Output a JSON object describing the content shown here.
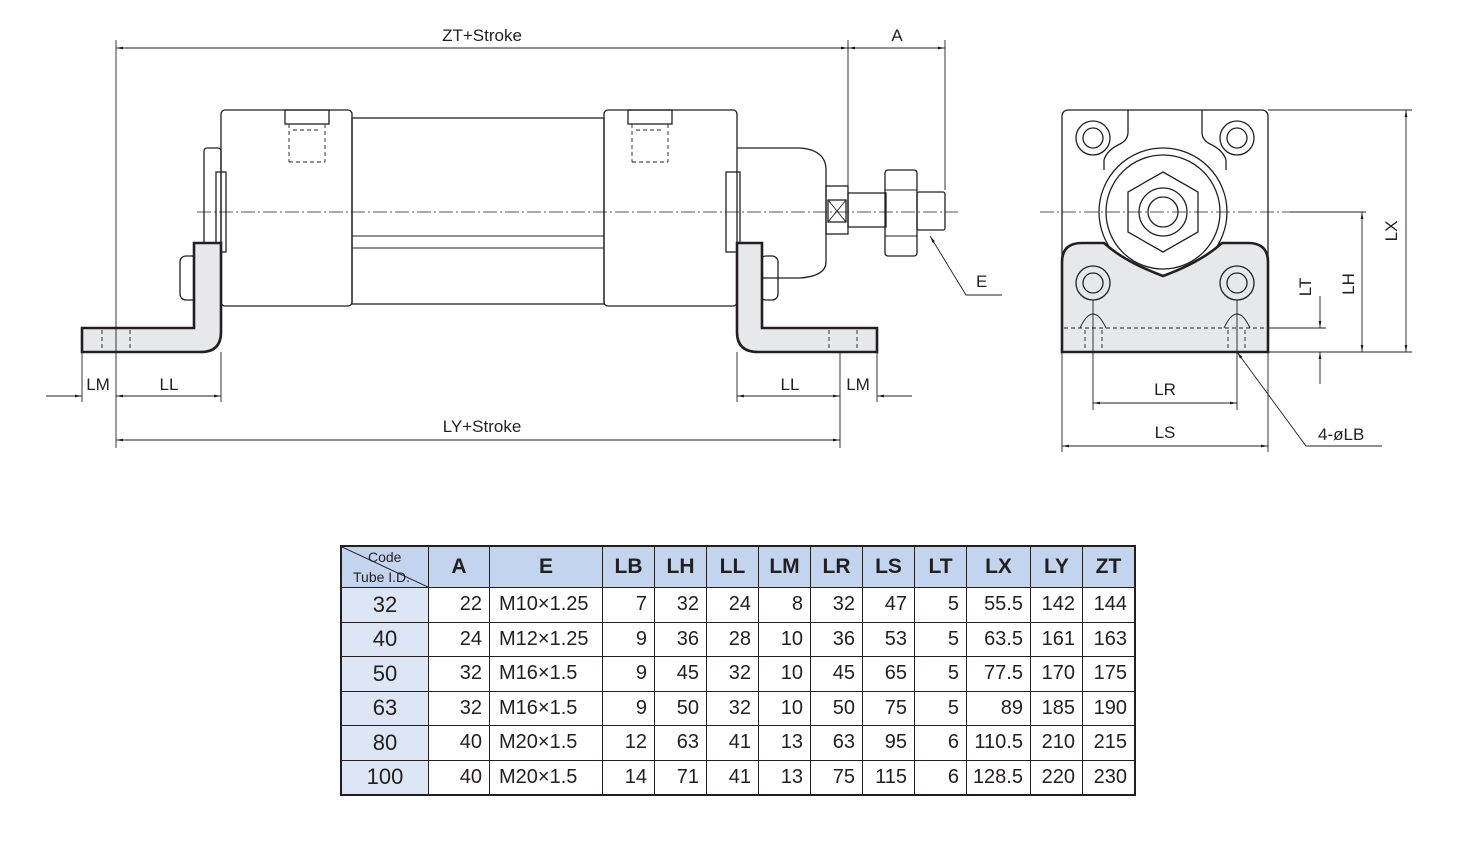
{
  "drawing": {
    "side_view_labels": {
      "zt_stroke": "ZT+Stroke",
      "a": "A",
      "e": "E",
      "lm_left": "LM",
      "ll_left": "LL",
      "ll_right": "LL",
      "lm_right": "LM",
      "ly_stroke": "LY+Stroke"
    },
    "end_view_labels": {
      "lx": "LX",
      "lh": "LH",
      "lt": "LT",
      "lr": "LR",
      "ls": "LS",
      "lb": "4-øLB"
    }
  },
  "table": {
    "corner_top": "Code",
    "corner_bottom": "Tube I.D.",
    "headers": [
      "A",
      "E",
      "LB",
      "LH",
      "LL",
      "LM",
      "LR",
      "LS",
      "LT",
      "LX",
      "LY",
      "ZT"
    ],
    "rows": [
      {
        "code": "32",
        "values": [
          "22",
          "M10×1.25",
          "7",
          "32",
          "24",
          "8",
          "32",
          "47",
          "5",
          "55.5",
          "142",
          "144"
        ]
      },
      {
        "code": "40",
        "values": [
          "24",
          "M12×1.25",
          "9",
          "36",
          "28",
          "10",
          "36",
          "53",
          "5",
          "63.5",
          "161",
          "163"
        ]
      },
      {
        "code": "50",
        "values": [
          "32",
          "M16×1.5",
          "9",
          "45",
          "32",
          "10",
          "45",
          "65",
          "5",
          "77.5",
          "170",
          "175"
        ]
      },
      {
        "code": "63",
        "values": [
          "32",
          "M16×1.5",
          "9",
          "50",
          "32",
          "10",
          "50",
          "75",
          "5",
          "89",
          "185",
          "190"
        ]
      },
      {
        "code": "80",
        "values": [
          "40",
          "M20×1.5",
          "12",
          "63",
          "41",
          "13",
          "63",
          "95",
          "6",
          "110.5",
          "210",
          "215"
        ]
      },
      {
        "code": "100",
        "values": [
          "40",
          "M20×1.5",
          "14",
          "71",
          "41",
          "13",
          "75",
          "115",
          "6",
          "128.5",
          "220",
          "230"
        ]
      }
    ]
  }
}
